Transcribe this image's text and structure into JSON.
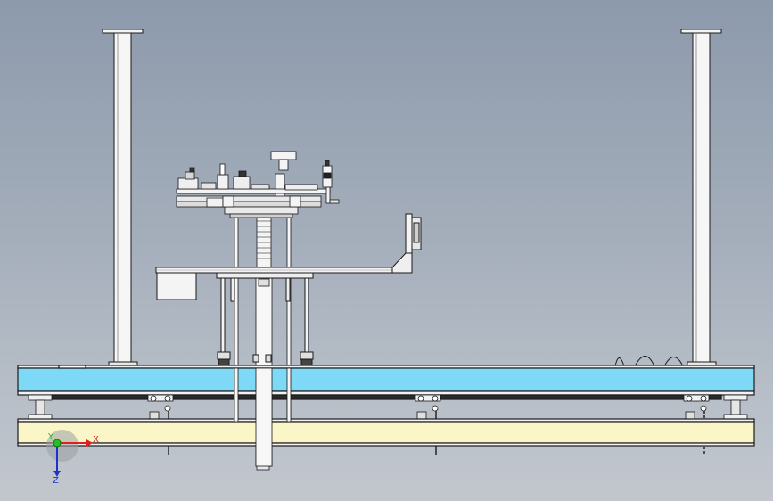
{
  "view": {
    "type": "cad-front-view",
    "background_top": "#8d9aac",
    "background_bottom": "#c2c7cd"
  },
  "triad": {
    "x_label": "X",
    "y_label": "Y",
    "z_label": "Z",
    "x_color": "#e02020",
    "y_color": "#20c020",
    "z_color": "#2030d0"
  },
  "colors": {
    "base_cyan": "#7dd9f5",
    "rail_yellow": "#fbf6c8",
    "steel": "#f4f4f4",
    "outline": "#1a1a1a"
  }
}
